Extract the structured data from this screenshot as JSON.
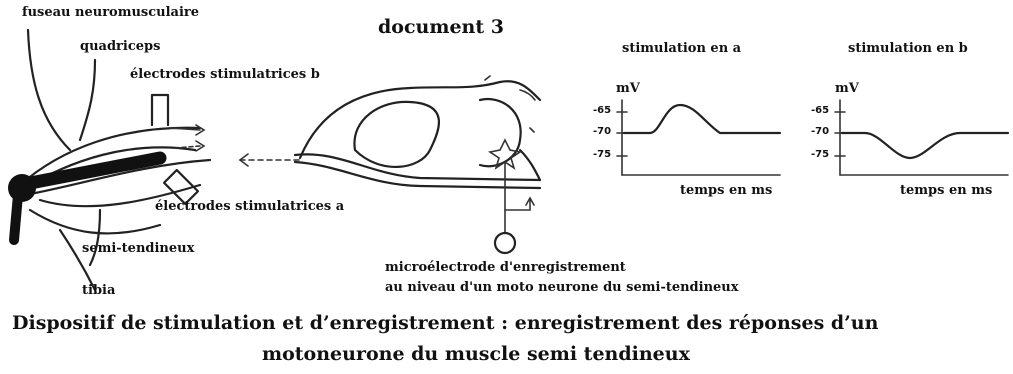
{
  "title": "document 3",
  "labels": {
    "fuseau": "fuseau neuromusculaire",
    "quadriceps": "quadriceps",
    "electrodes_b": "électrodes stimulatrices b",
    "electrodes_a": "électrodes stimulatrices a",
    "semi_tendineux": "semi-tendineux",
    "tibia": "tibia",
    "micro_line1": "microélectrode d'enregistrement",
    "micro_line2": "au niveau d'un moto neurone du semi-tendineux"
  },
  "graphs": {
    "a": {
      "title": "stimulation en a",
      "ylabel": "mV",
      "ticks": [
        "-65",
        "-70",
        "-75"
      ],
      "xlabel": "temps en ms"
    },
    "b": {
      "title": "stimulation en b",
      "ylabel": "mV",
      "ticks": [
        "-65",
        "-70",
        "-75"
      ],
      "xlabel": "temps en ms"
    }
  },
  "caption": {
    "line1": "Dispositif de stimulation et d’enregistrement : enregistrement des réponses d’un",
    "line2": "motoneurone du muscle semi tendineux"
  }
}
